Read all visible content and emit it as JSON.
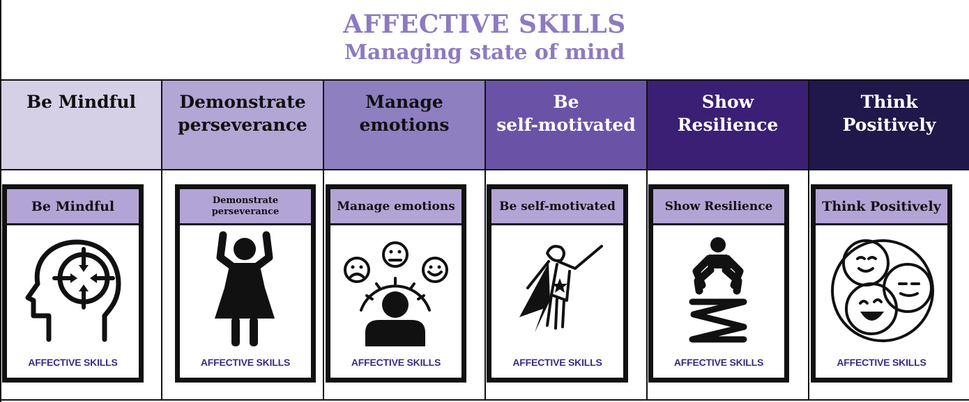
{
  "header": {
    "title": "AFFECTIVE SKILLS",
    "subtitle": "Managing state of mind"
  },
  "columns": [
    {
      "heading_lines": [
        "Be Mindful"
      ],
      "bg": "#d6d0e7",
      "fg": "#111111",
      "card_title": "Be Mindful",
      "card_footer": "AFFECTIVE SKILLS",
      "icon": "mindful-head-icon"
    },
    {
      "heading_lines": [
        "Demonstrate",
        "perseverance"
      ],
      "bg": "#b2a6d4",
      "fg": "#111111",
      "card_title": "Demonstrate perseverance",
      "card_footer": "AFFECTIVE SKILLS",
      "icon": "perseverance-person-icon"
    },
    {
      "heading_lines": [
        "Manage",
        "emotions"
      ],
      "bg": "#8e7fc0",
      "fg": "#111111",
      "card_title": "Manage emotions",
      "card_footer": "AFFECTIVE SKILLS",
      "icon": "emotion-gauge-icon"
    },
    {
      "heading_lines": [
        "Be",
        "self-motivated"
      ],
      "bg": "#6a53a6",
      "fg": "#ffffff",
      "card_title": "Be self-motivated",
      "card_footer": "AFFECTIVE SKILLS",
      "icon": "superhero-icon"
    },
    {
      "heading_lines": [
        "Show",
        "Resilience"
      ],
      "bg": "#3b1f74",
      "fg": "#ffffff",
      "card_title": "Show Resilience",
      "card_footer": "AFFECTIVE SKILLS",
      "icon": "spring-jump-icon"
    },
    {
      "heading_lines": [
        "Think",
        "Positively"
      ],
      "bg": "#20174a",
      "fg": "#ffffff",
      "card_title": "Think Positively",
      "card_footer": "AFFECTIVE SKILLS",
      "icon": "happy-faces-icon"
    }
  ],
  "colors": {
    "title": "#8d7ac0",
    "card_band": "#b3a4d6",
    "card_footer": "#3a2a86"
  }
}
